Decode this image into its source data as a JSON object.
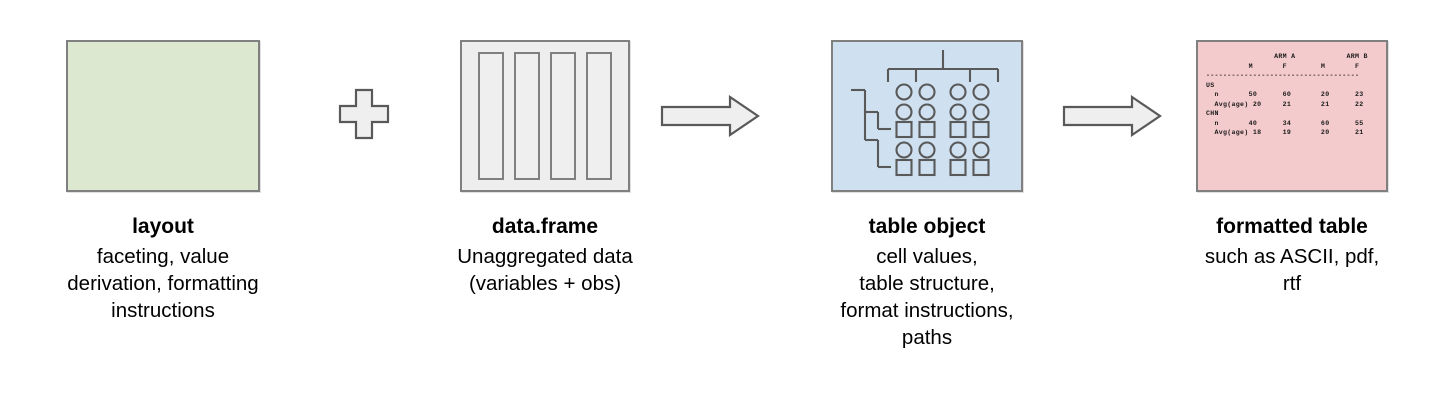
{
  "diagram": {
    "title": "table creation pipeline",
    "colors": {
      "layout_fill": "#dce9d0",
      "dataframe_fill": "#eeeeee",
      "tableobject_fill": "#cfe0f0",
      "formatted_fill": "#f4cbcd",
      "outline": "#808080",
      "shape_stroke": "#595959",
      "text": "#000000"
    }
  },
  "stages": [
    {
      "key": "layout",
      "title": "layout",
      "description": "faceting, value\nderivation, formatting\ninstructions",
      "icon": "green-rectangle"
    },
    {
      "key": "dataframe",
      "title": "data.frame",
      "description": "Unaggregated data\n(variables + obs)",
      "icon": "columns-strips",
      "column_count": 4
    },
    {
      "key": "table_object",
      "title": "table object",
      "description": "cell values,\ntable structure,\nformat instructions,\npaths",
      "icon": "tree-and-cell-grid",
      "grid": {
        "columns": 4,
        "rows": [
          "circle",
          "circle",
          "square",
          "circle",
          "square"
        ]
      }
    },
    {
      "key": "formatted_table",
      "title": "formatted table",
      "description": "such as ASCII, pdf,\nrtf",
      "icon": "ascii-table-preview"
    }
  ],
  "connectors": [
    {
      "key": "plus",
      "symbol": "plus",
      "between": [
        "layout",
        "dataframe"
      ]
    },
    {
      "key": "arrow-1",
      "symbol": "right-arrow",
      "between": [
        "dataframe",
        "table_object"
      ]
    },
    {
      "key": "arrow-2",
      "symbol": "right-arrow",
      "between": [
        "table_object",
        "formatted_table"
      ]
    }
  ],
  "ascii_table": {
    "group_headers": [
      "ARM A",
      "ARM B"
    ],
    "sub_headers": [
      "M",
      "F",
      "M",
      "F"
    ],
    "rule": "------------------------------------",
    "sections": [
      {
        "label": "US",
        "rows": [
          {
            "label": "n",
            "values": [
              "50",
              "60",
              "20",
              "23"
            ]
          },
          {
            "label": "Avg(age)",
            "values": [
              "20",
              "21",
              "21",
              "22"
            ]
          }
        ]
      },
      {
        "label": "CHN",
        "rows": [
          {
            "label": "n",
            "values": [
              "40",
              "34",
              "60",
              "55"
            ]
          },
          {
            "label": "Avg(age)",
            "values": [
              "18",
              "19",
              "20",
              "21"
            ]
          }
        ]
      }
    ],
    "text": "                ARM A            ARM B\n          M       F        M       F\n------------------------------------\nUS\n  n       50      60       20      23\n  Avg(age) 20     21       21      22\nCHN\n  n       40      34       60      55\n  Avg(age) 18     19       20      21"
  }
}
